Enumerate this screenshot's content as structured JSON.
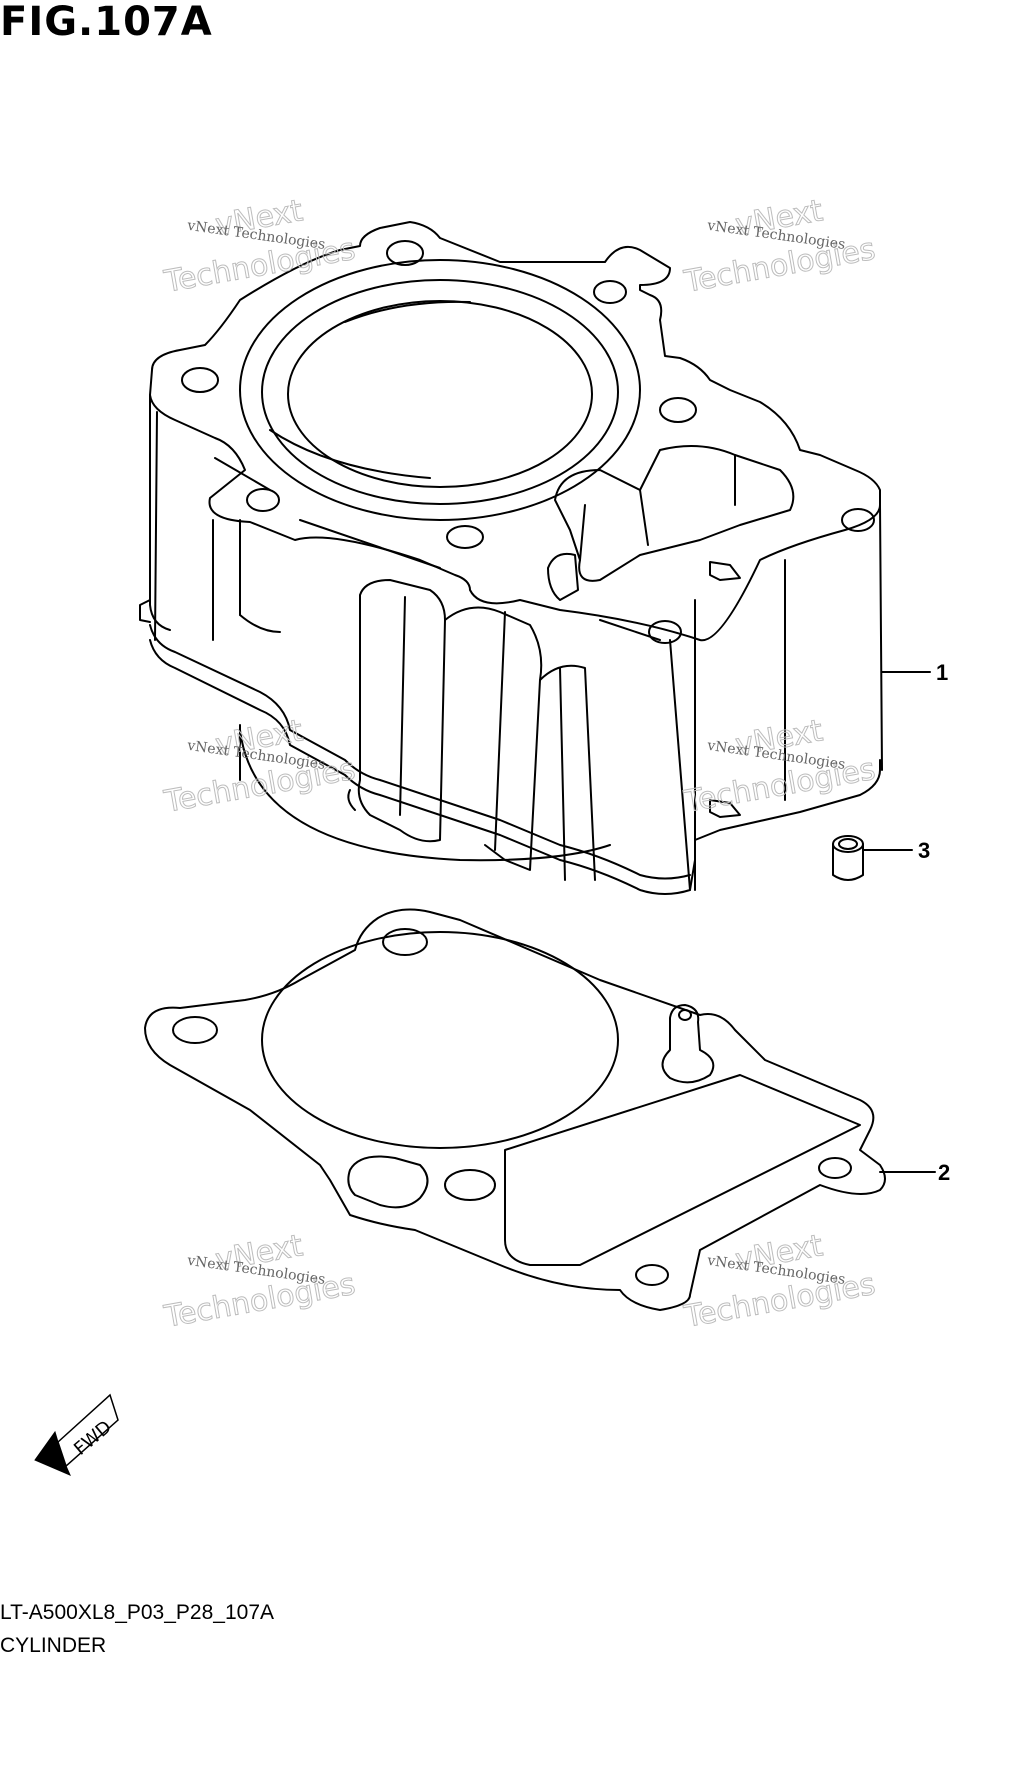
{
  "figure": {
    "title": "FIG.107A",
    "code": "LT-A500XL8_P03_P28_107A",
    "description": "CYLINDER"
  },
  "callouts": [
    {
      "number": "1",
      "part": "cylinder"
    },
    {
      "number": "2",
      "part": "gasket"
    },
    {
      "number": "3",
      "part": "dowel-pin"
    }
  ],
  "watermark": {
    "line1": "vNext Technologies",
    "line2": "vNext",
    "line3": "Technologies"
  },
  "fwd_arrow": {
    "label": "FWD",
    "icon": "fwd-arrow-icon"
  }
}
